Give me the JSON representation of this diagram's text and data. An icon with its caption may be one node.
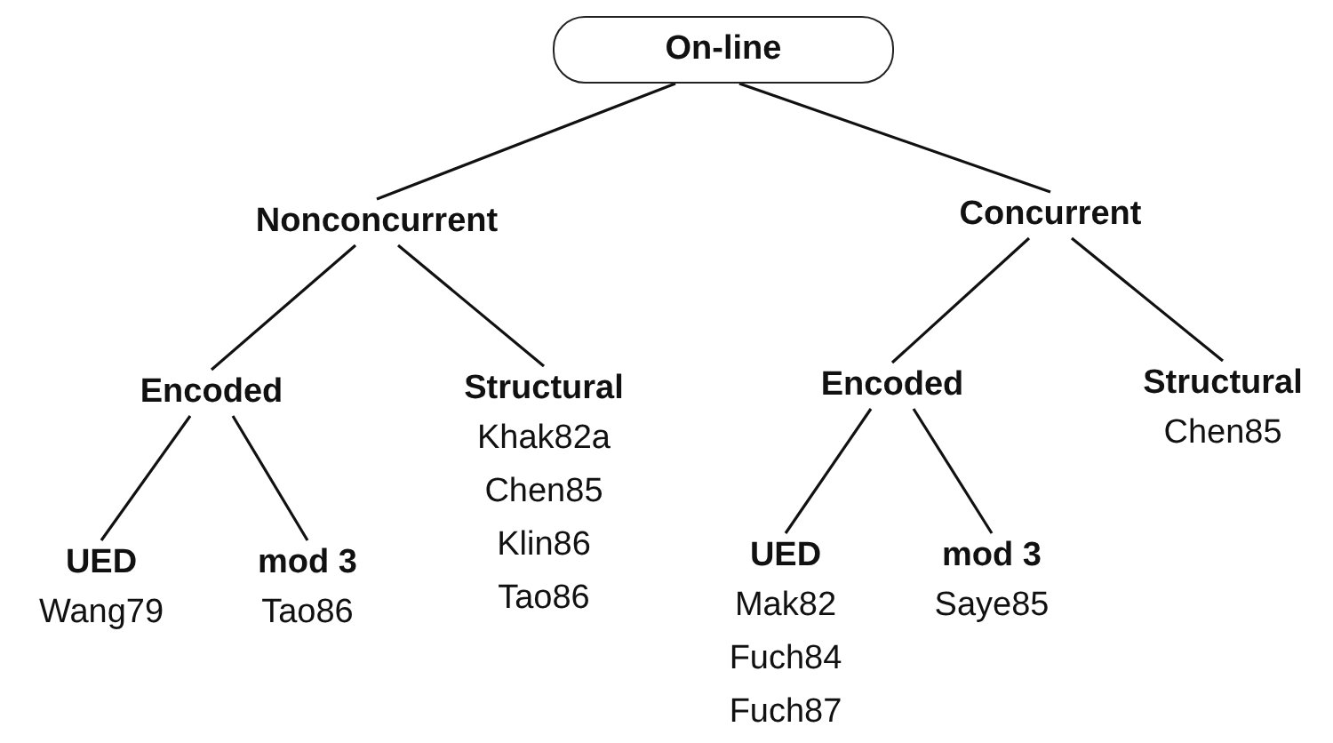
{
  "diagram": {
    "nodes": [
      {
        "text": [
          "On-line"
        ]
      },
      {
        "text": [
          "Nonconcurrent"
        ]
      },
      {
        "text": [
          "Concurrent"
        ]
      },
      {
        "text": [
          "Encoded"
        ]
      },
      {
        "text": [
          "Structural",
          "Khak82a Chen85 Klin86 Tao86"
        ]
      },
      {
        "text": [
          "Encoded"
        ]
      },
      {
        "text": [
          "Structural",
          "Chen85"
        ]
      },
      {
        "text": [
          "UED",
          "Wang79"
        ]
      },
      {
        "text": [
          "mod 3",
          "Tao86"
        ]
      },
      {
        "text": [
          "UED",
          "Mak82 Fuch84 Fuch87"
        ]
      },
      {
        "text": [
          "mod 3",
          "Saye85"
        ]
      }
    ],
    "edges": [
      {
        "from": 0,
        "to": 1,
        "arrow": "none"
      },
      {
        "from": 0,
        "to": 2,
        "arrow": "none"
      },
      {
        "from": 1,
        "to": 3,
        "arrow": "none"
      },
      {
        "from": 1,
        "to": 4,
        "arrow": "none"
      },
      {
        "from": 2,
        "to": 5,
        "arrow": "none"
      },
      {
        "from": 2,
        "to": 6,
        "arrow": "none"
      },
      {
        "from": 3,
        "to": 7,
        "arrow": "none"
      },
      {
        "from": 3,
        "to": 8,
        "arrow": "none"
      },
      {
        "from": 5,
        "to": 9,
        "arrow": "none"
      },
      {
        "from": 5,
        "to": 10,
        "arrow": "none"
      }
    ]
  }
}
